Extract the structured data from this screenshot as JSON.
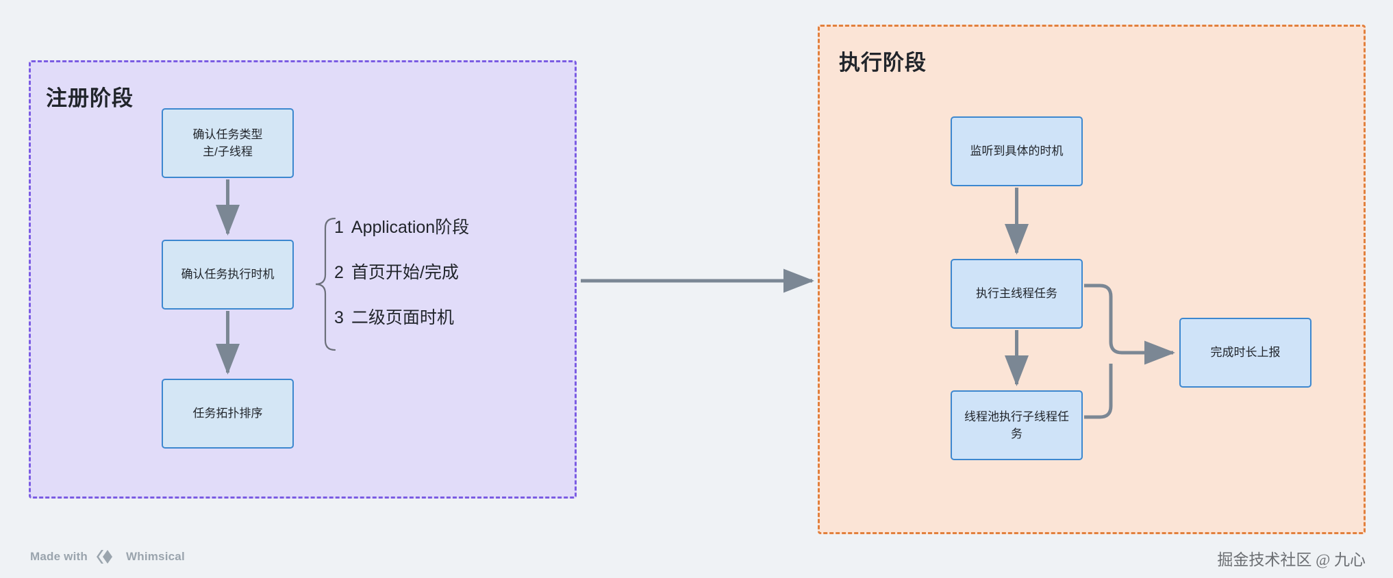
{
  "phases": [
    {
      "id": "register",
      "title": "注册阶段",
      "border_color": "#7b5ce3",
      "fill_color": "#e1dcf9"
    },
    {
      "id": "execute",
      "title": "执行阶段",
      "border_color": "#e2803d",
      "fill_color": "#fbe4d6"
    }
  ],
  "nodes": {
    "task_type": "确认任务类型\n主/子线程",
    "task_timing": "确认任务执行时机",
    "task_topo": "任务拓扑排序",
    "listen_timing": "监听到具体的时机",
    "main_thread": "执行主线程任务",
    "pool_thread": "线程池执行子线程任务",
    "report": "完成时长上报"
  },
  "timing_list": [
    {
      "index": "1",
      "label": "Application阶段"
    },
    {
      "index": "2",
      "label": "首页开始/完成"
    },
    {
      "index": "3",
      "label": "二级页面时机"
    }
  ],
  "footer": {
    "made_with": "Made with",
    "brand": "Whimsical",
    "watermark": "掘金技术社区 @ 九心"
  },
  "colors": {
    "node_fill": "#d4e6f5",
    "node_border": "#3c87cf",
    "arrow": "#7b8794",
    "text": "#21252b",
    "canvas_bg": "#eff2f5"
  }
}
